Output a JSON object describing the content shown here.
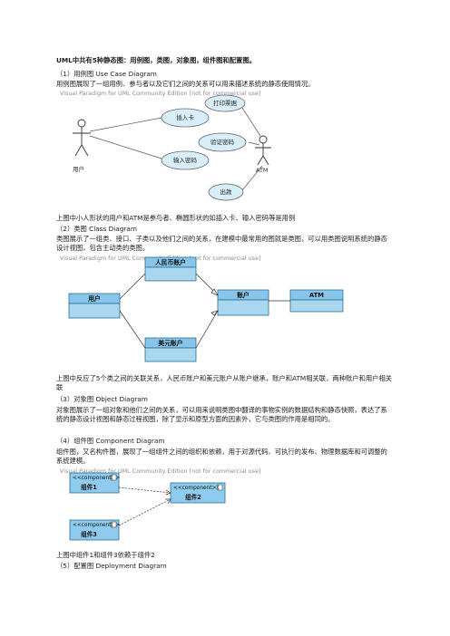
{
  "heading": "UML中共有5种静态图：用例图，类图，对象图，组件图和配置图。",
  "watermark": "Visual Paradigm for UML Community Edition [not for commercial use]",
  "s1": {
    "title": "（1）用例图  Use Case Diagram",
    "desc": "用例图展现了一组用例、参与者以及它们之间的关系可以用来描述系统的静态使用情况。",
    "actors": [
      "用户",
      "ATM"
    ],
    "usecases": [
      "插入卡",
      "输入密码",
      "打印票据",
      "验证密码",
      "出款"
    ],
    "note": "上图中小人形状的用户和ATM是参与者、椭圆形状的如插入卡、输入密码等是用例"
  },
  "s2": {
    "title": "（2）类图  Class Diagram",
    "desc": "类图展示了一组类、接口、子类以及他们之间的关系，在建模中最常用的图就是类图，可以用类图说明系统的静态设计视图，包含主动类的类图。",
    "classes": [
      "人民币账户",
      "用户",
      "账户",
      "ATM",
      "美元账户"
    ],
    "note": "上图中反应了5个类之间的关联关系，人民币账户和美元账户从账户继承，账户和ATM相关联，两种账户和用户相关联"
  },
  "s3": {
    "title": "（3）对象图  Object Diagram",
    "desc": "对象图展示了一组对象和他们之间的关系，可以用来说明类图中翻译的事物实例的数据结构和静态快照，表达了系统的静态设计视图和静态过程视图，除了显示和原型方面的因素外，它与类图的作用是相同的。"
  },
  "s4": {
    "title": "（4）组件图  Component Diagram",
    "desc": "组件图，又名构件图，展现了一组组件之间的组织和依赖，用于对源代码、可执行的发布、物理数据库和可调整的系统建模。",
    "stereotype": "<<component>>",
    "components": [
      "组件1",
      "组件2",
      "组件3"
    ],
    "note": "上图中组件1和组件3依赖于组件2"
  },
  "s5": {
    "title": "（5）配置图  Deployment Diagram"
  }
}
